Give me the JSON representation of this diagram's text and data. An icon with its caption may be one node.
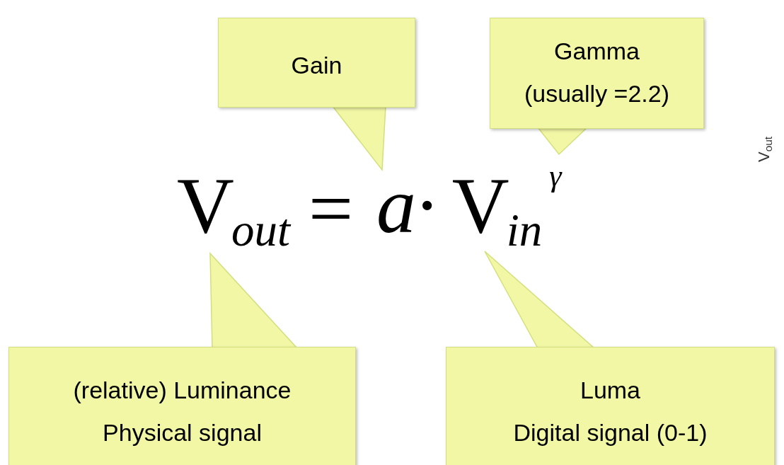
{
  "diagram": {
    "nodes": [
      {
        "text": [
          "Gain"
        ]
      },
      {
        "text": [
          "Gamma (usually =2.2)"
        ]
      },
      {
        "text": [
          "(relative) Luminance",
          "Physical signal"
        ]
      },
      {
        "text": [
          "Luma",
          "Digital signal (0-1)"
        ]
      },
      {
        "text": [
          "V$_{out}$"
        ]
      },
      {
        "text": [
          "a·"
        ]
      },
      {
        "text": [
          "V$_{in}$"
        ]
      },
      {
        "text": [
          "γ"
        ]
      }
    ],
    "edges": [
      {
        "from": 0,
        "to": 5,
        "arrow": "to"
      },
      {
        "from": 1,
        "to": 7,
        "arrow": "to"
      },
      {
        "from": 2,
        "to": 4,
        "arrow": "to"
      },
      {
        "from": 3,
        "to": 6,
        "arrow": "to"
      }
    ],
    "labels": [
      "=",
      "V$_{out}$"
    ]
  }
}
